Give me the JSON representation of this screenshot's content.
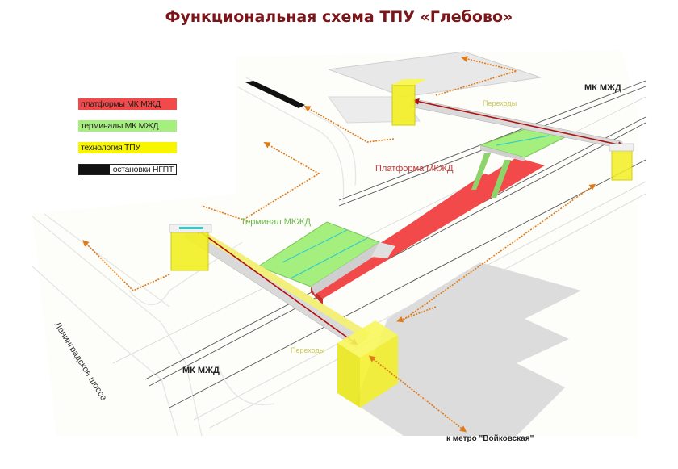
{
  "title": "Функциональная схема ТПУ «Глебово»",
  "legend": {
    "items": [
      {
        "label": "платформы МК МЖД",
        "color": "#f24a4a"
      },
      {
        "label": "терминалы МК МЖД",
        "color": "#a5ef7f"
      },
      {
        "label": "технология ТПУ",
        "color": "#f7f500"
      },
      {
        "label": "остановки НГПТ",
        "color": "#111111"
      }
    ]
  },
  "labels": {
    "railway_top": "МК МЖД",
    "railway_bottom": "МК МЖД",
    "crossings_top": "Переходы",
    "crossings_bottom": "Переходы",
    "platform": "Платформа МКЖД",
    "terminal": "Терминал МКЖД",
    "road": "Ленинградское шоссе",
    "metro": "к метро \"Войковская\""
  },
  "colors": {
    "title": "#7b1519",
    "platform": "#f24a4a",
    "terminal": "#a5ef7f",
    "technology": "#f7f500",
    "route_arrow": "#e07b1a",
    "flow_arrow": "#b01010",
    "building": "#dcdcdc"
  }
}
